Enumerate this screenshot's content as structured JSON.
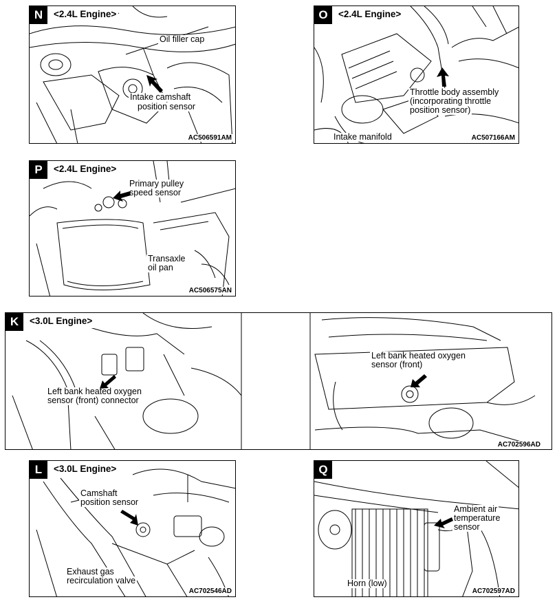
{
  "panels": {
    "N": {
      "letter": "N",
      "engine": "<2.4L Engine>",
      "labels": [
        "Oil filler cap",
        "Intake camshaft",
        "position sensor"
      ],
      "code": "AC506591AM"
    },
    "O": {
      "letter": "O",
      "engine": "<2.4L Engine>",
      "labels": [
        "Throttle body assembly",
        "(incorporating throttle",
        "position sensor)",
        "Intake manifold"
      ],
      "code": "AC507166AM"
    },
    "P": {
      "letter": "P",
      "engine": "<2.4L Engine>",
      "labels": [
        "Primary pulley",
        "speed sensor",
        "Transaxle",
        "oil pan"
      ],
      "code": "AC506575AN"
    },
    "K": {
      "letter": "K",
      "engine": "<3.0L Engine>",
      "labels": [
        "Left bank heated oxygen",
        "sensor (front) connector",
        "Left bank heated oxygen",
        "sensor (front)"
      ],
      "code": "AC702596AD"
    },
    "L": {
      "letter": "L",
      "engine": "<3.0L Engine>",
      "labels": [
        "Camshaft",
        "position sensor",
        "Exhaust gas",
        "recirculation valve"
      ],
      "code": "AC702546AD"
    },
    "Q": {
      "letter": "Q",
      "labels": [
        "Ambient air",
        "temperature",
        "sensor",
        "Horn (low)"
      ],
      "code": "AC702597AD"
    }
  },
  "colors": {
    "line": "#000000",
    "background": "#ffffff"
  }
}
